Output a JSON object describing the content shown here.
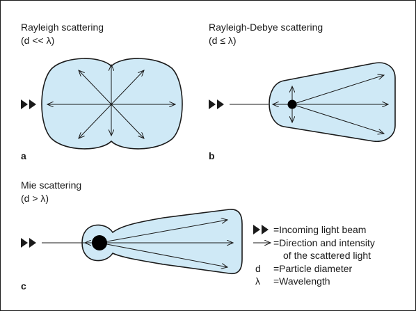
{
  "panels": {
    "a": {
      "title": "Rayleigh scattering",
      "condition": "(d << λ)",
      "letter": "a"
    },
    "b": {
      "title": "Rayleigh-Debye scattering",
      "condition": "(d ≤ λ)",
      "letter": "b"
    },
    "c": {
      "title": "Mie scattering",
      "condition": "(d > λ)",
      "letter": "c"
    }
  },
  "legend": {
    "incoming": "=Incoming light beam",
    "direction_1": "=Direction and intensity",
    "direction_2": "of the scattered light",
    "d_symbol": "d",
    "d_text": "=Particle diameter",
    "lambda_symbol": "λ",
    "lambda_text": "=Wavelength"
  },
  "colors": {
    "lobe_fill": "#cfe9f6",
    "stroke": "#1a1a1a"
  }
}
